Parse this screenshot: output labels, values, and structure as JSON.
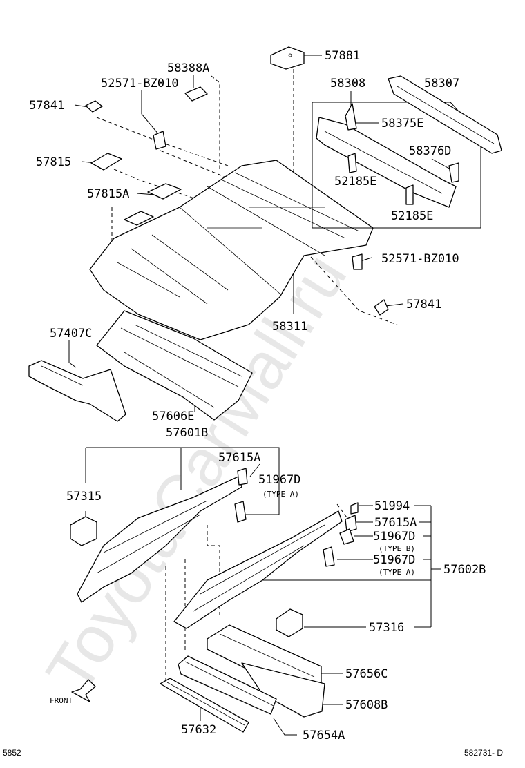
{
  "labels": {
    "p57881": "57881",
    "p58388A": "58388A",
    "p52571_top": "52571-BZ010",
    "p57841_top": "57841",
    "p58308": "58308",
    "p58307": "58307",
    "p58375E": "58375E",
    "p57815": "57815",
    "p58376D": "58376D",
    "p57815A": "57815A",
    "p52185E_1": "52185E",
    "p52185E_2": "52185E",
    "p52571_right": "52571-BZ010",
    "p57841_right": "57841",
    "p58311": "58311",
    "p57407C": "57407C",
    "p57606E": "57606E",
    "p57601B": "57601B",
    "p57615A_top": "57615A",
    "p51967D_top": "51967D",
    "type_a_1": "(TYPE A)",
    "p57315": "57315",
    "p51994": "51994",
    "p57615A_right": "57615A",
    "p51967D_mid": "51967D",
    "type_b": "(TYPE B)",
    "p51967D_low": "51967D",
    "type_a_2": "(TYPE A)",
    "p57602B": "57602B",
    "p57316": "57316",
    "p57656C": "57656C",
    "p57608B": "57608B",
    "front": "FRONT",
    "p57632": "57632",
    "p57654A": "57654A",
    "footer_left": "5852",
    "footer_right": "582731- D"
  },
  "watermark": "ToyotaCarMall.ru",
  "icons": {
    "front_arrow": "front-arrow-icon"
  },
  "colors": {
    "ink": "#000000",
    "watermark": "#d4d4d4"
  }
}
